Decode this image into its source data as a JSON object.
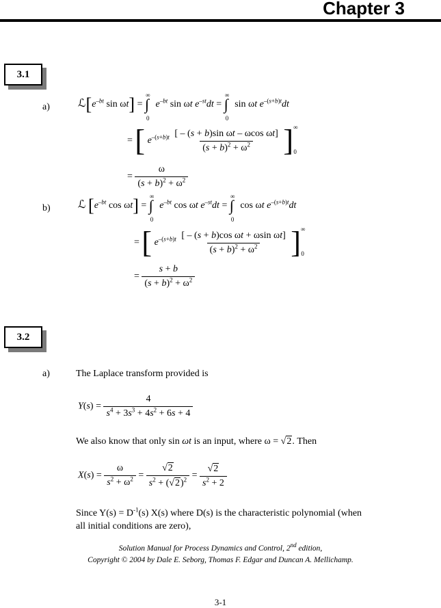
{
  "chapter_title": "Chapter 3",
  "sections": [
    {
      "label": "3.1"
    },
    {
      "label": "3.2"
    }
  ],
  "s31": {
    "a_label": "a)",
    "b_label": "b)"
  },
  "s32": {
    "a_label": "a)",
    "intro": "The Laplace transform provided is",
    "also_text_1": "We also know that only sin ",
    "also_text_2": "ωt",
    "also_text_3": " is an input, where ω = ",
    "also_text_4": ". Then",
    "since_line1": "Since Y(s) = D",
    "since_line1_b": "(s) X(s) where D(s) is the characteristic polynomial (when",
    "since_line2": "all initial conditions are zero),"
  },
  "footer": {
    "line1_a": "Solution Manual for Process Dynamics and Control, 2",
    "line1_sup": "nd",
    "line1_b": " edition,",
    "line2": "Copyright © 2004  by Dale E. Seborg, Thomas F. Edgar and Duncan A. Mellichamp."
  },
  "page_number": "3-1"
}
